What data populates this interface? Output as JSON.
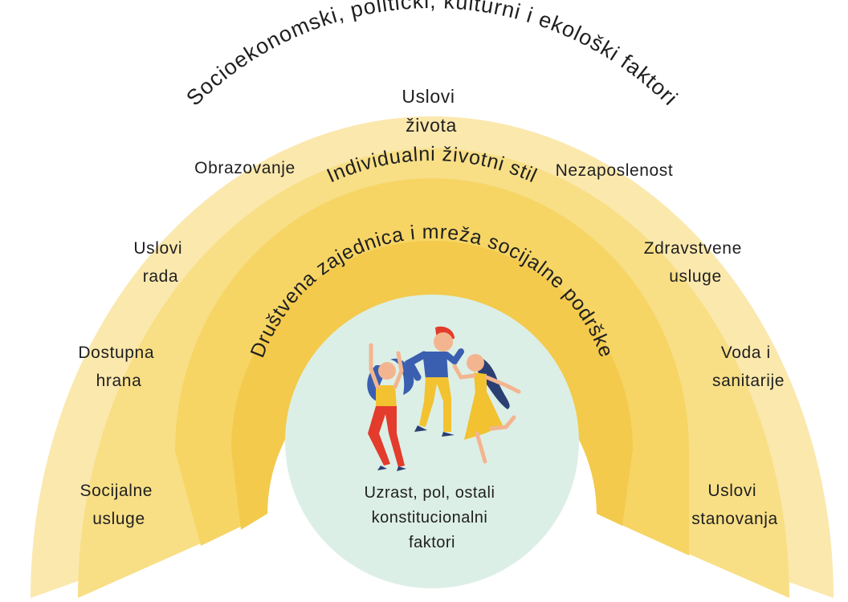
{
  "colors": {
    "layer4": "#fbe8ad",
    "layer3": "#f8df86",
    "layer2": "#f6d565",
    "layer1": "#f3ca4c",
    "core": "#dcefe6"
  },
  "layers": {
    "outer": "Socioekonomski, politički, kulturni i ekološki faktori",
    "lifestyle": "Individualni životni stil",
    "community": "Društvena zajednica i mreža socijalne podrške",
    "core": [
      "Uzrast, pol, ostali",
      "konstitucionalni",
      "faktori"
    ]
  },
  "living_conditions": {
    "title": [
      "Uslovi",
      "života"
    ],
    "items": [
      {
        "lines": [
          "Obrazovanje"
        ]
      },
      {
        "lines": [
          "Nezaposlenost"
        ]
      },
      {
        "lines": [
          "Uslovi",
          "rada"
        ]
      },
      {
        "lines": [
          "Zdravstvene",
          "usluge"
        ]
      },
      {
        "lines": [
          "Dostupna",
          "hrana"
        ]
      },
      {
        "lines": [
          "Voda i",
          "sanitarije"
        ]
      },
      {
        "lines": [
          "Socijalne",
          "usluge"
        ]
      },
      {
        "lines": [
          "Uslovi",
          "stanovanja"
        ]
      }
    ]
  },
  "illustration": {
    "icon": "dancing-people-icon"
  }
}
